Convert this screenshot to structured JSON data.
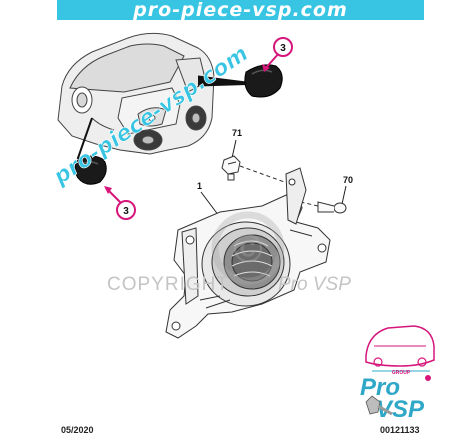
{
  "banner": {
    "text": "pro-piece-vsp.com"
  },
  "watermark": {
    "diagonal_text": "pro-piece-vsp.com",
    "copyright_text": "COPYRIGHT",
    "copyright_suffix": "Pro VSP",
    "copyright_symbol": "©"
  },
  "callouts": {
    "rear_light_top": "3",
    "rear_light_bottom": "3",
    "housing": "1",
    "bolt": "71",
    "screw": "70"
  },
  "logo": {
    "group_text": "GROUP",
    "pro_text": "Pro",
    "vsp_text": "VSP"
  },
  "footer": {
    "date": "05/2020",
    "reference": "00121133"
  },
  "colors": {
    "banner": "#38c4e3",
    "callout_arrow": "#d6167a",
    "logo_teal": "#2fa8c8",
    "logo_pink": "#d6167a",
    "line_art": "#333333"
  }
}
